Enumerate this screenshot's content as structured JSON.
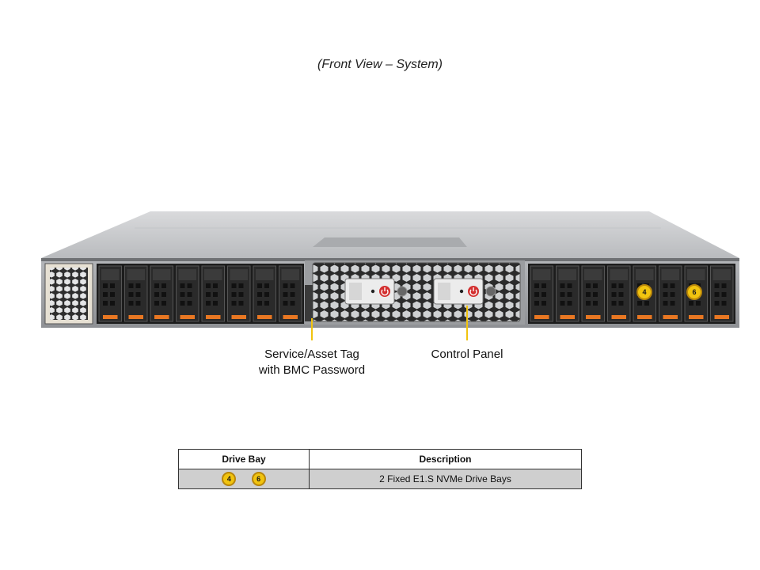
{
  "caption": "(Front View – System)",
  "callouts": {
    "service_tag_line1": "Service/Asset Tag",
    "service_tag_line2": "with BMC Password",
    "control_panel": "Control Panel"
  },
  "badges": [
    "4",
    "6"
  ],
  "table": {
    "headers": [
      "Drive Bay",
      "Description"
    ],
    "rows": [
      {
        "bays": [
          "4",
          "6"
        ],
        "description": "2 Fixed E1.S NVMe Drive Bays"
      }
    ]
  },
  "colors": {
    "badge_fill": "#f1c40f",
    "badge_border": "#b8860b",
    "drive_tab": "#e87722",
    "power_button": "#d32f2f",
    "callout_line": "#f1c40f"
  }
}
